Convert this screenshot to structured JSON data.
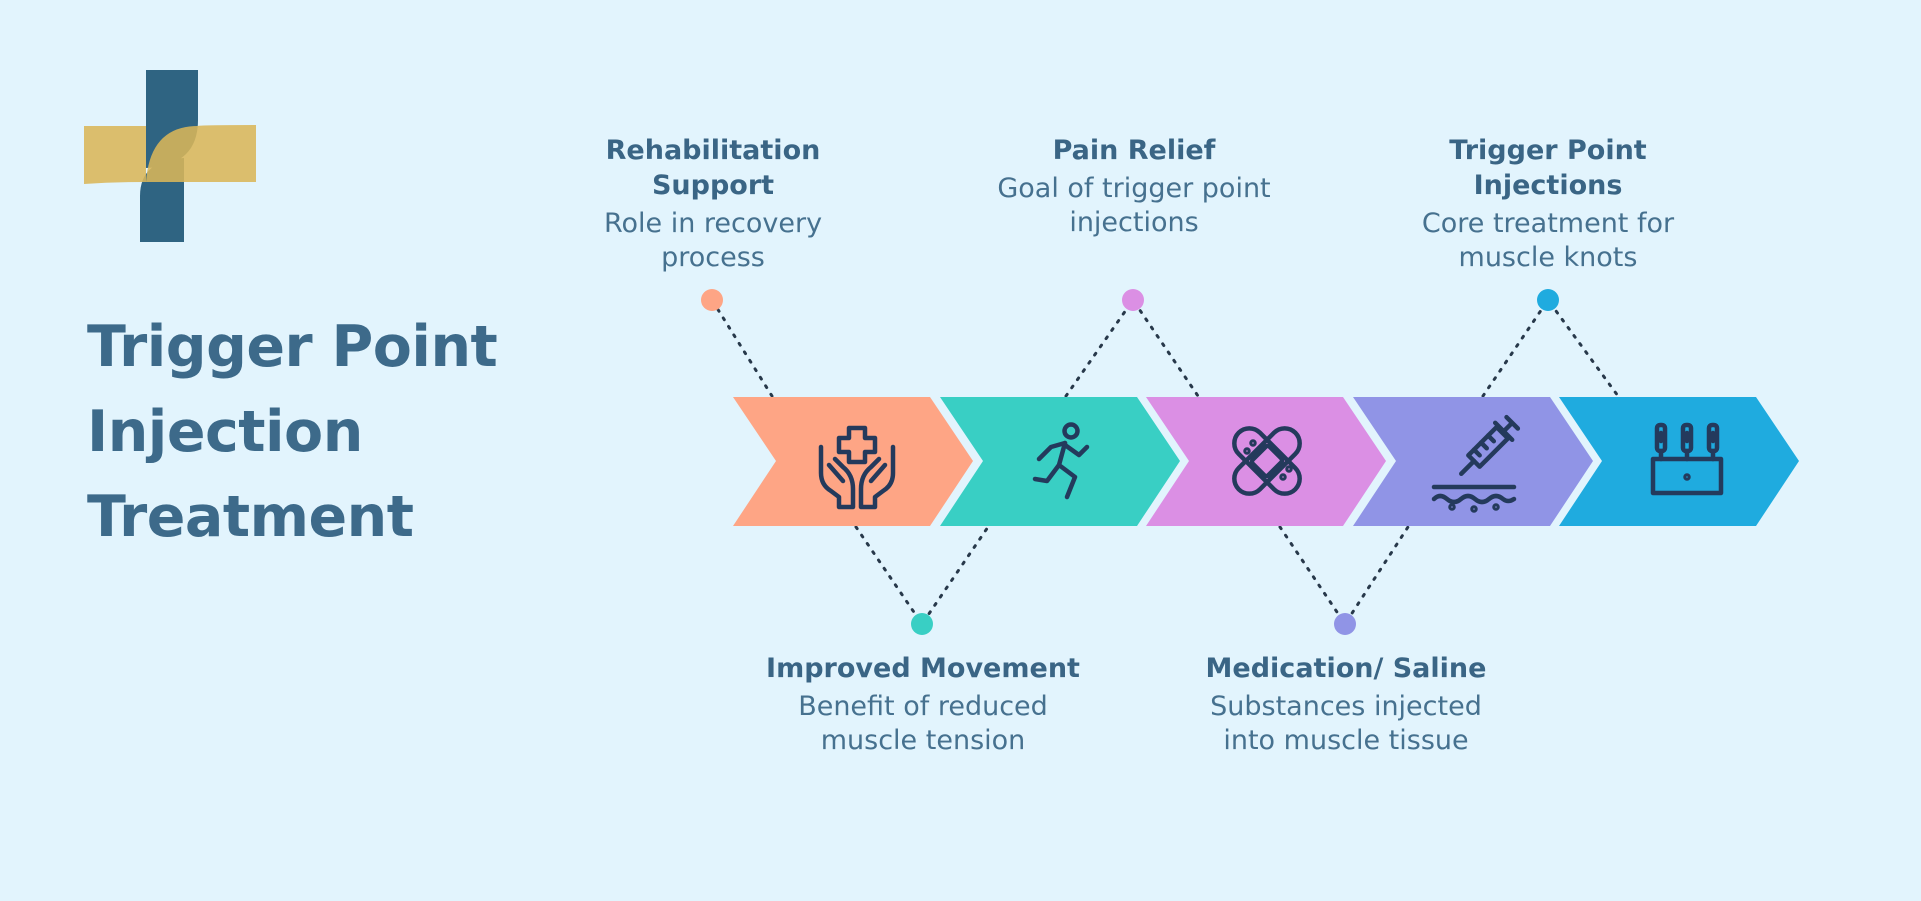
{
  "title_lines": [
    "Trigger Point",
    "Injection",
    "Treatment"
  ],
  "logo": {
    "name": "medical-cross-logo",
    "colors": [
      "#2f6482",
      "#d8b45a"
    ]
  },
  "steps": [
    {
      "icon": "caring-hands-icon",
      "color": "#fea585",
      "label_title": "Rehabilitation Support",
      "label_text": "Role in recovery process",
      "label_position": "top"
    },
    {
      "icon": "running-person-icon",
      "color": "#39cfc4",
      "label_title": "Improved Movement",
      "label_text": "Benefit of reduced muscle tension",
      "label_position": "bottom"
    },
    {
      "icon": "bandage-icon",
      "color": "#db8fe4",
      "label_title": "Pain Relief",
      "label_text": "Goal of trigger point injections",
      "label_position": "top"
    },
    {
      "icon": "syringe-skin-icon",
      "color": "#9094e6",
      "label_title": "Medication/ Saline",
      "label_text": "Substances injected into muscle tissue",
      "label_position": "bottom"
    },
    {
      "icon": "needles-icon",
      "color": "#1fabdf",
      "label_title": "Trigger Point Injections",
      "label_text": "Core treatment for muscle knots",
      "label_position": "top"
    }
  ]
}
